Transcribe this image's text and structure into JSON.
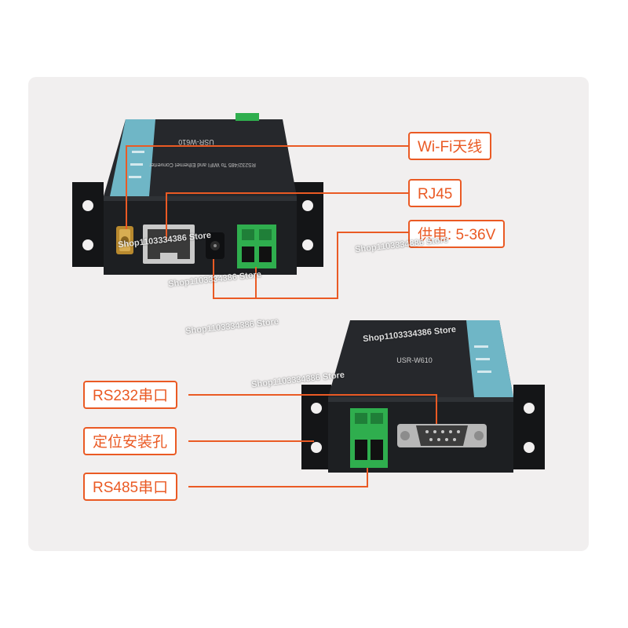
{
  "colors": {
    "accent": "#ea5a24",
    "device_body": "#1d1f22",
    "device_face": "#2a2c30",
    "label_strip": "#6fb6c6",
    "terminal_green": "#2fae4e",
    "panel_bg": "#f1efef"
  },
  "callouts": {
    "wifi_antenna": "Wi-Fi天线",
    "rj45": "RJ45",
    "power_supply": "供电: 5-36V",
    "rs232": "RS232串口",
    "mounting_hole": "定位安装孔",
    "rs485": "RS485串口"
  },
  "device_top": {
    "model": "USR-W610",
    "description": "RS232/485 To WIFI and Ethernet Converter"
  },
  "device_bottom": {
    "model": "USR-W610"
  },
  "watermark": "Shop1103334386 Store"
}
